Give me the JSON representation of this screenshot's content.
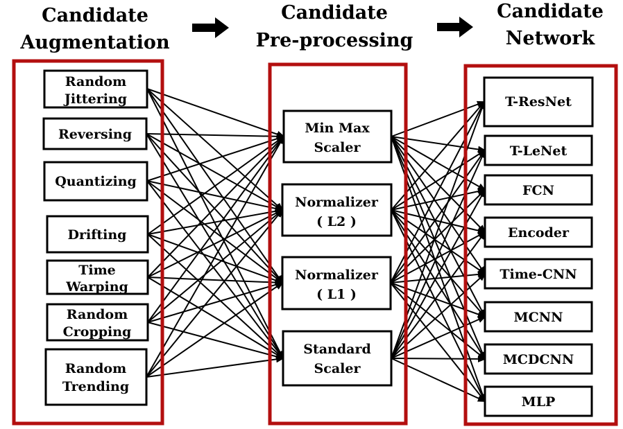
{
  "headers": {
    "augmentation": [
      "Candidate",
      "Augmentation"
    ],
    "preprocessing": [
      "Candidate",
      "Pre-processing"
    ],
    "network": [
      "Candidate",
      "Network"
    ]
  },
  "augmentation_items": [
    [
      "Random",
      "Jittering"
    ],
    [
      "Reversing"
    ],
    [
      "Quantizing"
    ],
    [
      "Drifting"
    ],
    [
      "Time",
      "Warping"
    ],
    [
      "Random",
      "Cropping"
    ],
    [
      "Random",
      "Trending"
    ]
  ],
  "preprocessing_items": [
    [
      "Min Max",
      "Scaler"
    ],
    [
      "Normalizer",
      "( L2 )"
    ],
    [
      "Normalizer",
      "( L1 )"
    ],
    [
      "Standard",
      "Scaler"
    ]
  ],
  "network_items": [
    [
      "T-ResNet"
    ],
    [
      "T-LeNet"
    ],
    [
      "FCN"
    ],
    [
      "Encoder"
    ],
    [
      "Time-CNN"
    ],
    [
      "MCNN"
    ],
    [
      "MCDCNN"
    ],
    [
      "MLP"
    ]
  ],
  "colors": {
    "frame": "#b30f0f",
    "box_border": "#000000",
    "line": "#000000",
    "arrow_icon": "#000000"
  },
  "icons": {
    "flow_arrow": "right-arrow-icon"
  }
}
